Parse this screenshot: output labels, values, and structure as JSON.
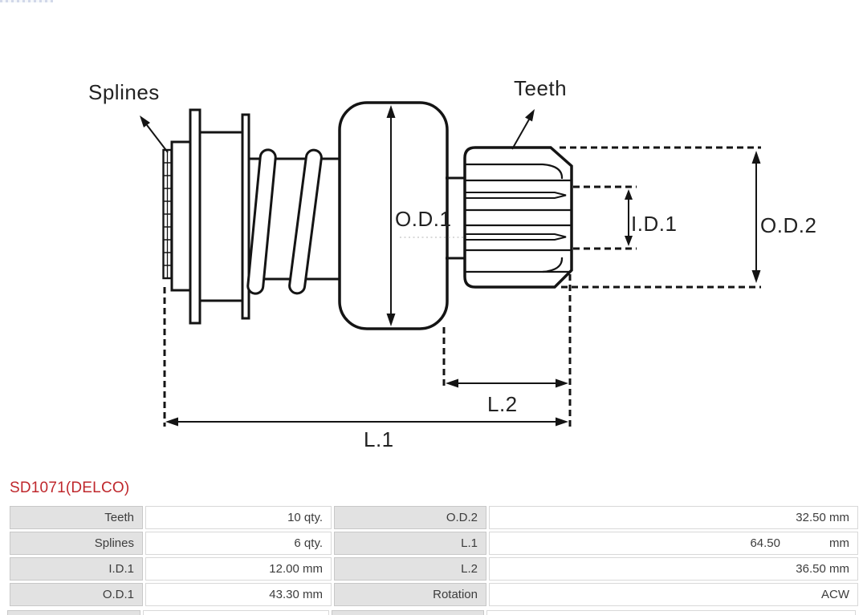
{
  "page": {
    "background_color": "#ffffff"
  },
  "part_header": {
    "number": "SD1071(DELCO)",
    "color": "#bf272c"
  },
  "diagram": {
    "type": "starter-drive technical line drawing",
    "line_color": "#141414",
    "labels": {
      "splines": "Splines",
      "teeth": "Teeth",
      "od1": "O.D.1",
      "id1": "I.D.1",
      "od2": "O.D.2",
      "l2": "L.2",
      "l1": "L.1"
    }
  },
  "spec_table": {
    "label_cell_color": "#e2e2e2",
    "rows": [
      {
        "label1": "Teeth",
        "value1": "10 qty.",
        "label2": "O.D.2",
        "value2": "32.50 mm"
      },
      {
        "label1": "Splines",
        "value1": "6 qty.",
        "label2": "L.1",
        "value2": "64.50",
        "value2_unit": "mm"
      },
      {
        "label1": "I.D.1",
        "value1": "12.00 mm",
        "label2": "L.2",
        "value2": "36.50 mm"
      },
      {
        "label1": "O.D.1",
        "value1": "43.30 mm",
        "label2": "Rotation",
        "value2": "ACW"
      }
    ]
  }
}
